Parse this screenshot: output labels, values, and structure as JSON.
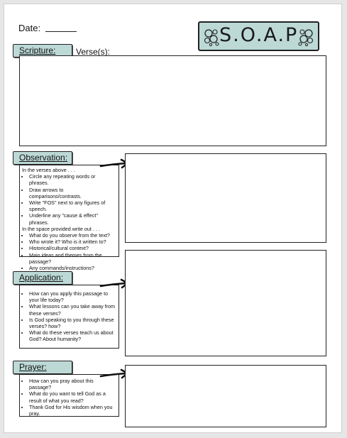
{
  "header": {
    "date_label": "Date:",
    "logo_text": "S.O.A.P",
    "logo_bg": "#bcd9d6",
    "logo_icon": "bubbles-icon"
  },
  "scripture": {
    "label": "Scripture:",
    "verses_label": "Verse(s):"
  },
  "observation": {
    "label": "Observation:",
    "intro1": "In the verses above . . .",
    "items1": [
      "Circle any repeating words or phrases.",
      "Draw arrows to comparisons/contrasts.",
      "Write \"FOS\" next to any figures of speech.",
      "Underline any \"cause & effect\" phrases."
    ],
    "intro2": "In the space provided write out . . .",
    "items2": [
      "What do you observe from the text?",
      "Who wrote it? Who is it written to?",
      "Historical/cultural context?",
      "Main ideas and themes from the passage?",
      "Any commands/instructions?"
    ]
  },
  "application": {
    "label": "Application:",
    "items": [
      "How can you apply this passage to your life today?",
      "What lessons can you take away from these verses?",
      "Is God speaking to you through these verses? how?",
      "What do these verses teach us about God? About humanity?"
    ]
  },
  "prayer": {
    "label": "Prayer:",
    "items": [
      "How can you pray about this passage?",
      "What do you want to tell God as a result of what you read?",
      "Thank God for His wisdom when you pray."
    ]
  }
}
